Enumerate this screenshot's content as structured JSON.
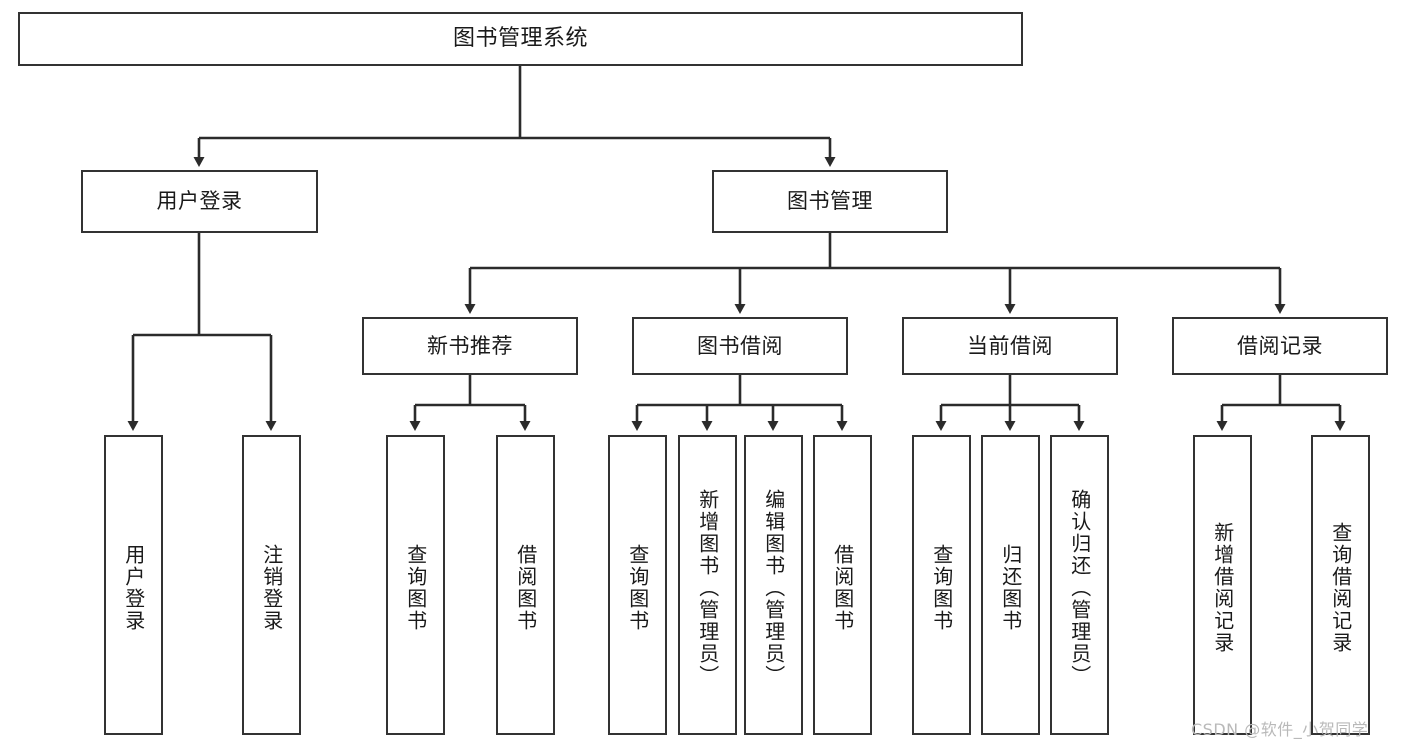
{
  "diagram": {
    "title": "图书管理系统",
    "type": "tree-hierarchy-diagram",
    "root": {
      "label": "图书管理系统"
    },
    "level2": [
      {
        "label": "用户登录"
      },
      {
        "label": "图书管理"
      }
    ],
    "level3": [
      {
        "label": "新书推荐"
      },
      {
        "label": "图书借阅"
      },
      {
        "label": "当前借阅"
      },
      {
        "label": "借阅记录"
      }
    ],
    "leaves": {
      "user_login": [
        {
          "label": "用户登录"
        },
        {
          "label": "注销登录"
        }
      ],
      "new_book_recommend": [
        {
          "label": "查询图书"
        },
        {
          "label": "借阅图书"
        }
      ],
      "book_borrow": [
        {
          "label": "查询图书"
        },
        {
          "label": "新增图书（管理员）"
        },
        {
          "label": "编辑图书（管理员）"
        },
        {
          "label": "借阅图书"
        }
      ],
      "current_borrow": [
        {
          "label": "查询图书"
        },
        {
          "label": "归还图书"
        },
        {
          "label": "确认归还（管理员）"
        }
      ],
      "borrow_record": [
        {
          "label": "新增借阅记录"
        },
        {
          "label": "查询借阅记录"
        }
      ]
    }
  },
  "watermark": {
    "text": "CSDN @软件_小贺同学"
  },
  "colors": {
    "box_border": "#333333",
    "box_fill": "#ffffff",
    "connector": "#2b2b2b",
    "text": "#1a1a1a",
    "watermark": "#b9b9b9",
    "background": "#ffffff"
  }
}
